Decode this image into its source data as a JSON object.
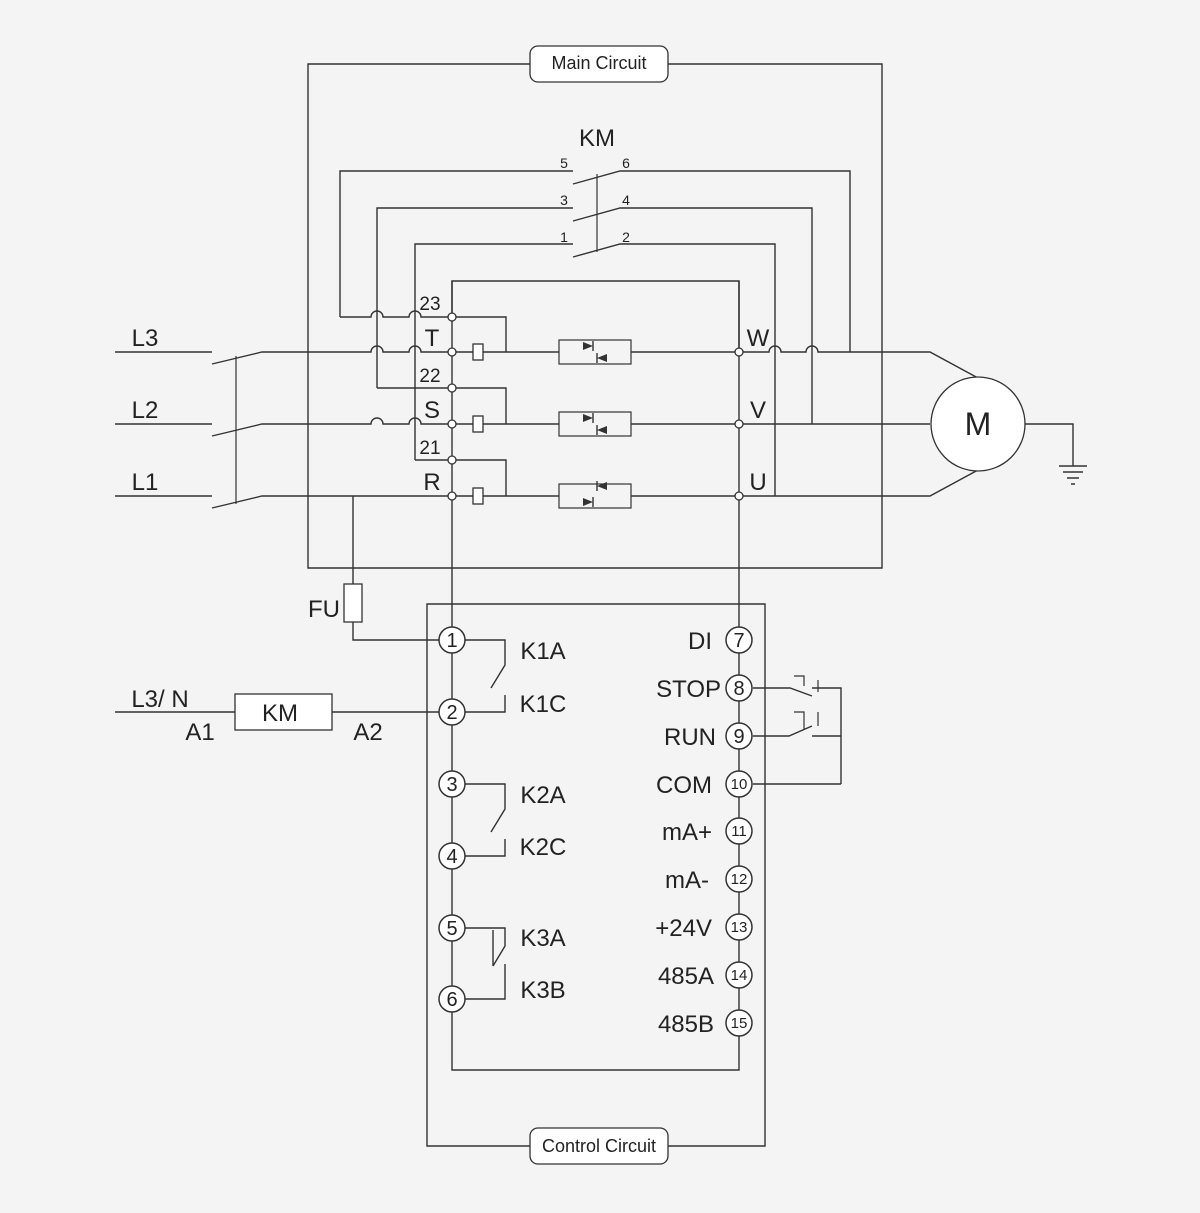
{
  "main_circuit": {
    "title": "Main  Circuit"
  },
  "control_circuit": {
    "title": "Control  Circuit"
  },
  "contactor": {
    "label": "KM",
    "poles": [
      {
        "left_pin": "5",
        "right_pin": "6"
      },
      {
        "left_pin": "3",
        "right_pin": "4"
      },
      {
        "left_pin": "1",
        "right_pin": "2"
      }
    ]
  },
  "lines": {
    "l3": "L3",
    "l2": "L2",
    "l1": "L1"
  },
  "input_terminals": {
    "t": "T",
    "s": "S",
    "r": "R",
    "bypass_t": "23",
    "bypass_s": "22",
    "bypass_r": "21"
  },
  "output_terminals": {
    "w": "W",
    "v": "V",
    "u": "U"
  },
  "motor": {
    "label": "M"
  },
  "fuse": {
    "label": "FU"
  },
  "coil": {
    "label": "KM",
    "supply": "L3/ N",
    "a1": "A1",
    "a2": "A2"
  },
  "left_terminals": [
    {
      "num": "1",
      "relay": "K1A"
    },
    {
      "num": "2",
      "relay": "K1C"
    },
    {
      "num": "3",
      "relay": "K2A"
    },
    {
      "num": "4",
      "relay": "K2C"
    },
    {
      "num": "5",
      "relay": "K3A"
    },
    {
      "num": "6",
      "relay": "K3B"
    }
  ],
  "right_terminals": [
    {
      "num": "7",
      "label": "DI"
    },
    {
      "num": "8",
      "label": "STOP"
    },
    {
      "num": "9",
      "label": "RUN"
    },
    {
      "num": "10",
      "label": "COM"
    },
    {
      "num": "11",
      "label": "mA+"
    },
    {
      "num": "12",
      "label": "mA-"
    },
    {
      "num": "13",
      "label": "+24V"
    },
    {
      "num": "14",
      "label": "485A"
    },
    {
      "num": "15",
      "label": "485B"
    }
  ]
}
